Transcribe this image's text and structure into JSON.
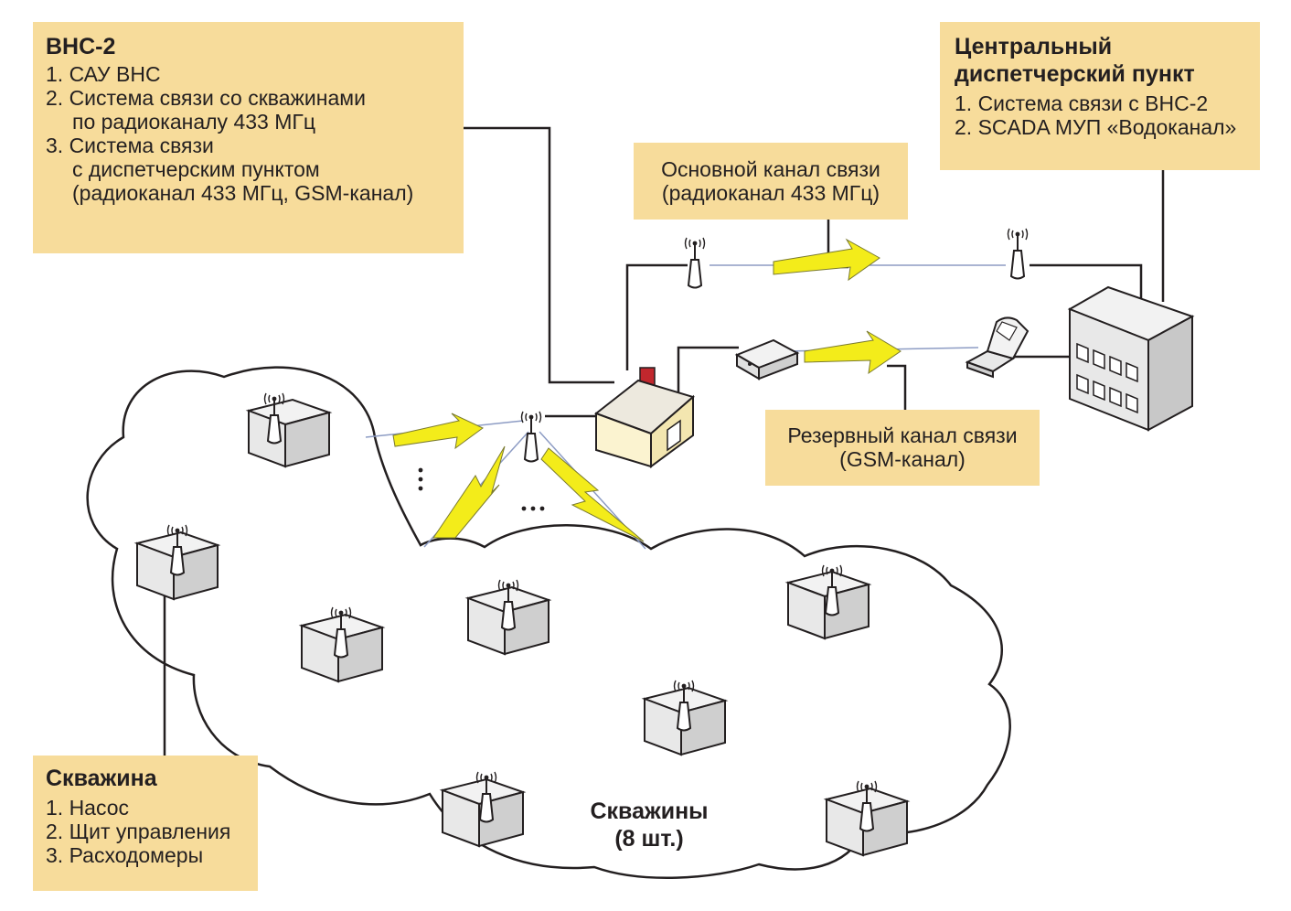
{
  "vns_box": {
    "title": "ВНС-2",
    "lines": [
      "1. САУ ВНС",
      "2. Система связи со скважинами",
      "по радиоканалу 433 МГц",
      "3. Система связи",
      "с диспетчерским пунктом",
      "(радиоканал 433 МГц, GSM-канал)"
    ]
  },
  "central_box": {
    "title_line1": "Центральный",
    "title_line2": "диспетчерский пункт",
    "lines": [
      "1. Система связи с ВНС-2",
      "2. SCADA МУП «Водоканал»"
    ]
  },
  "main_channel": {
    "line1": "Основной канал связи",
    "line2": "(радиоканал 433 МГц)"
  },
  "backup_channel": {
    "line1": "Резервный канал связи",
    "line2": "(GSM-канал)"
  },
  "well_box": {
    "title": "Скважина",
    "lines": [
      "1. Насос",
      "2. Щит управления",
      "3. Расходомеры"
    ]
  },
  "wells_caption": {
    "line1": "Скважины",
    "line2": "(8 шт.)"
  },
  "colors": {
    "label_bg": "#f7dc9b",
    "bolt": "#f3ec1a",
    "line": "#231f20"
  }
}
